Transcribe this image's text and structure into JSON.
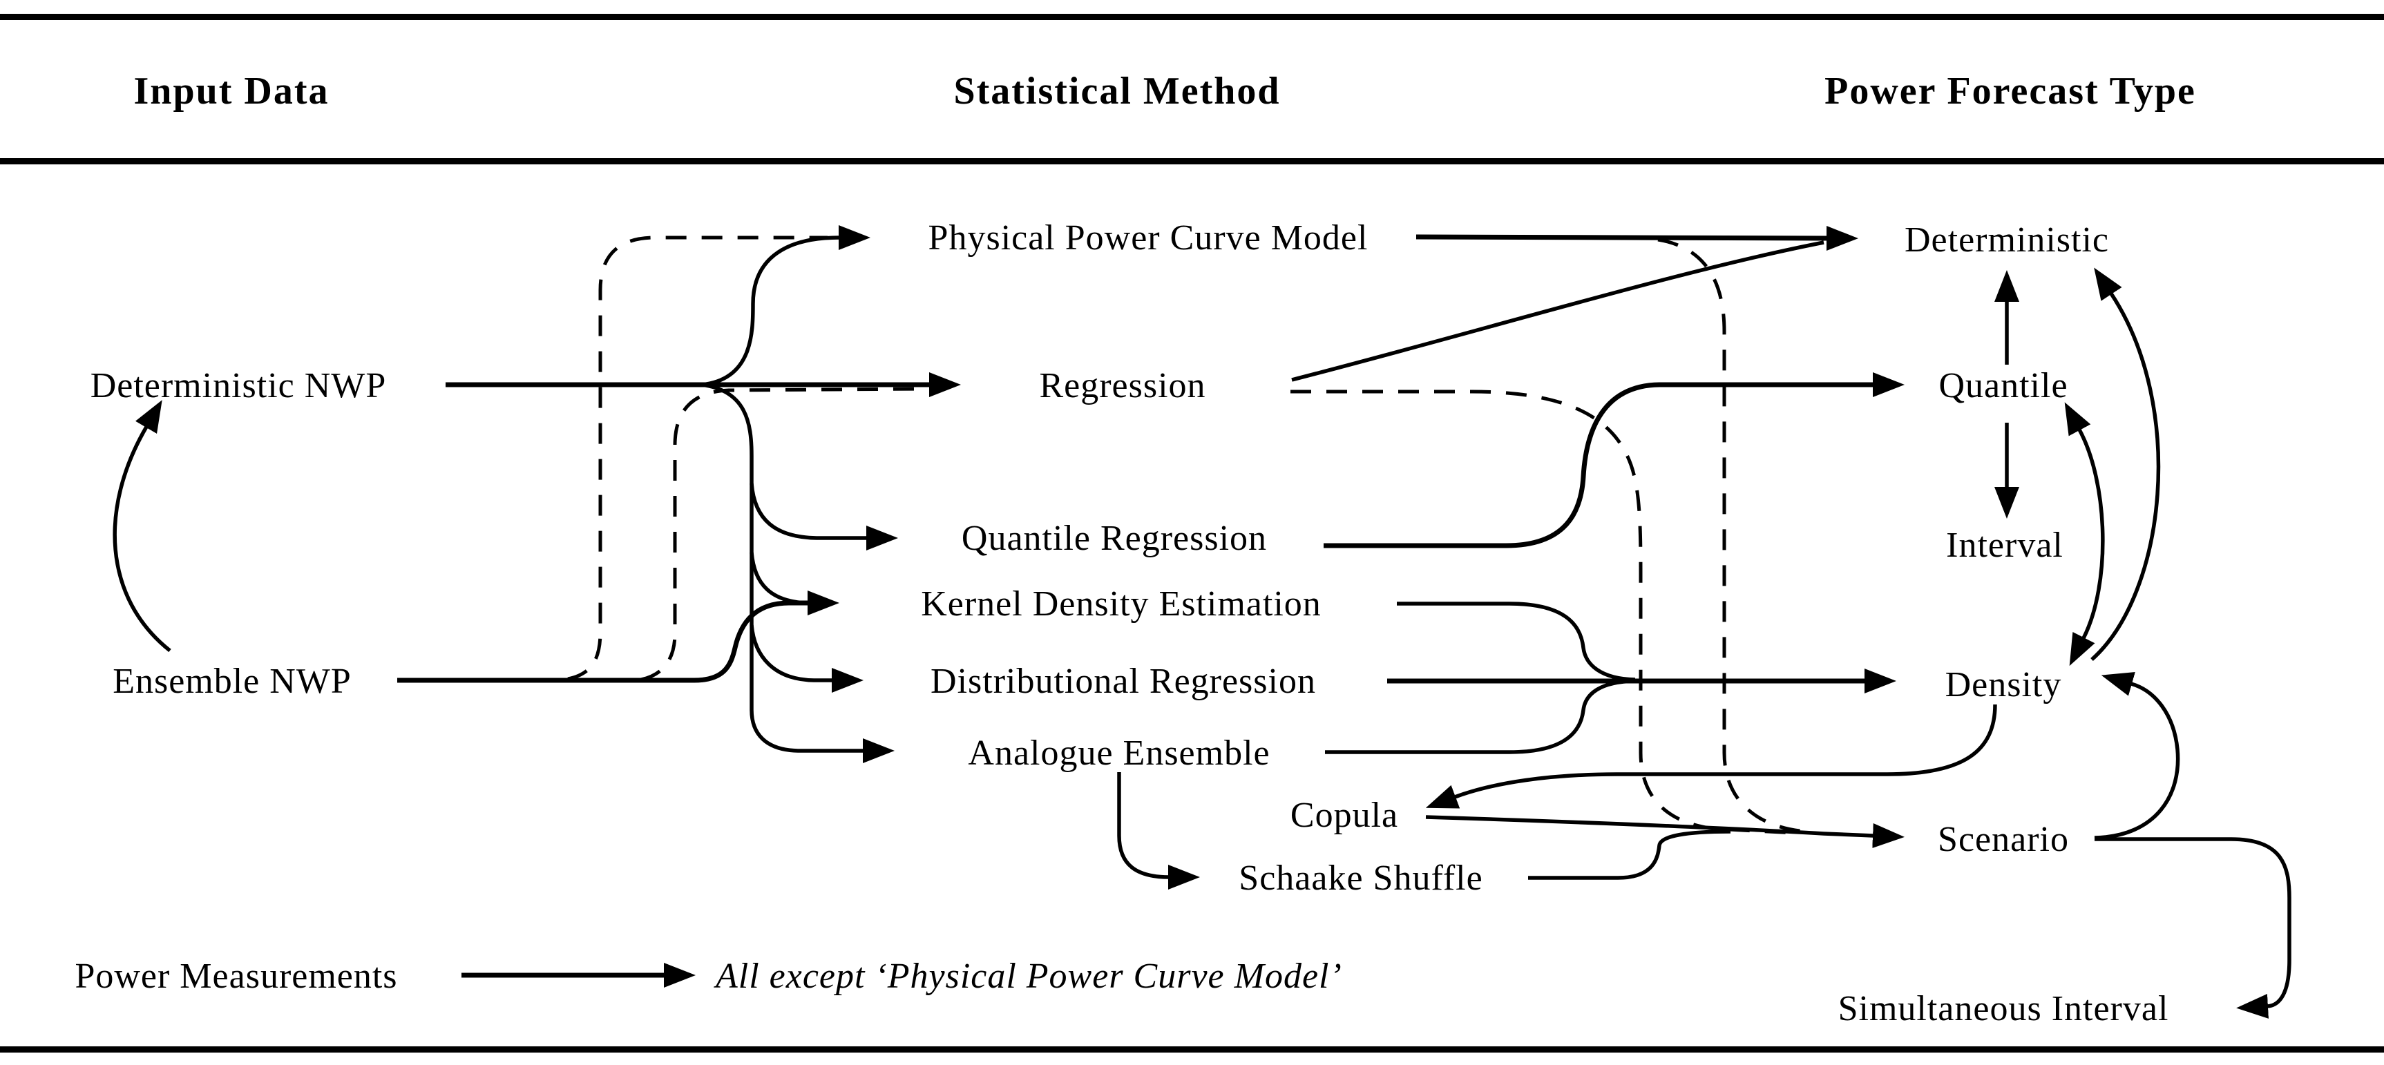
{
  "figure": {
    "title_row": {
      "input_data": "Input Data",
      "statistical_method": "Statistical Method",
      "power_forecast_type": "Power Forecast Type"
    },
    "input_nodes": {
      "deterministic_nwp": "Deterministic NWP",
      "ensemble_nwp": "Ensemble NWP",
      "power_measurements": "Power Measurements"
    },
    "method_nodes": {
      "physical_power_curve_model": "Physical Power Curve Model",
      "regression": "Regression",
      "quantile_regression": "Quantile Regression",
      "kernel_density_estimation": "Kernel Density Estimation",
      "distributional_regression": "Distributional Regression",
      "analogue_ensemble": "Analogue Ensemble",
      "copula": "Copula",
      "schaake_shuffle": "Schaake Shuffle"
    },
    "forecast_nodes": {
      "deterministic": "Deterministic",
      "quantile": "Quantile",
      "interval": "Interval",
      "density": "Density",
      "scenario": "Scenario",
      "simultaneous_interval": "Simultaneous Interval"
    },
    "note": {
      "power_measurements_target": "All except ‘Physical Power Curve Model’"
    },
    "colors": {
      "ink": "#000000",
      "background": "#ffffff"
    }
  }
}
